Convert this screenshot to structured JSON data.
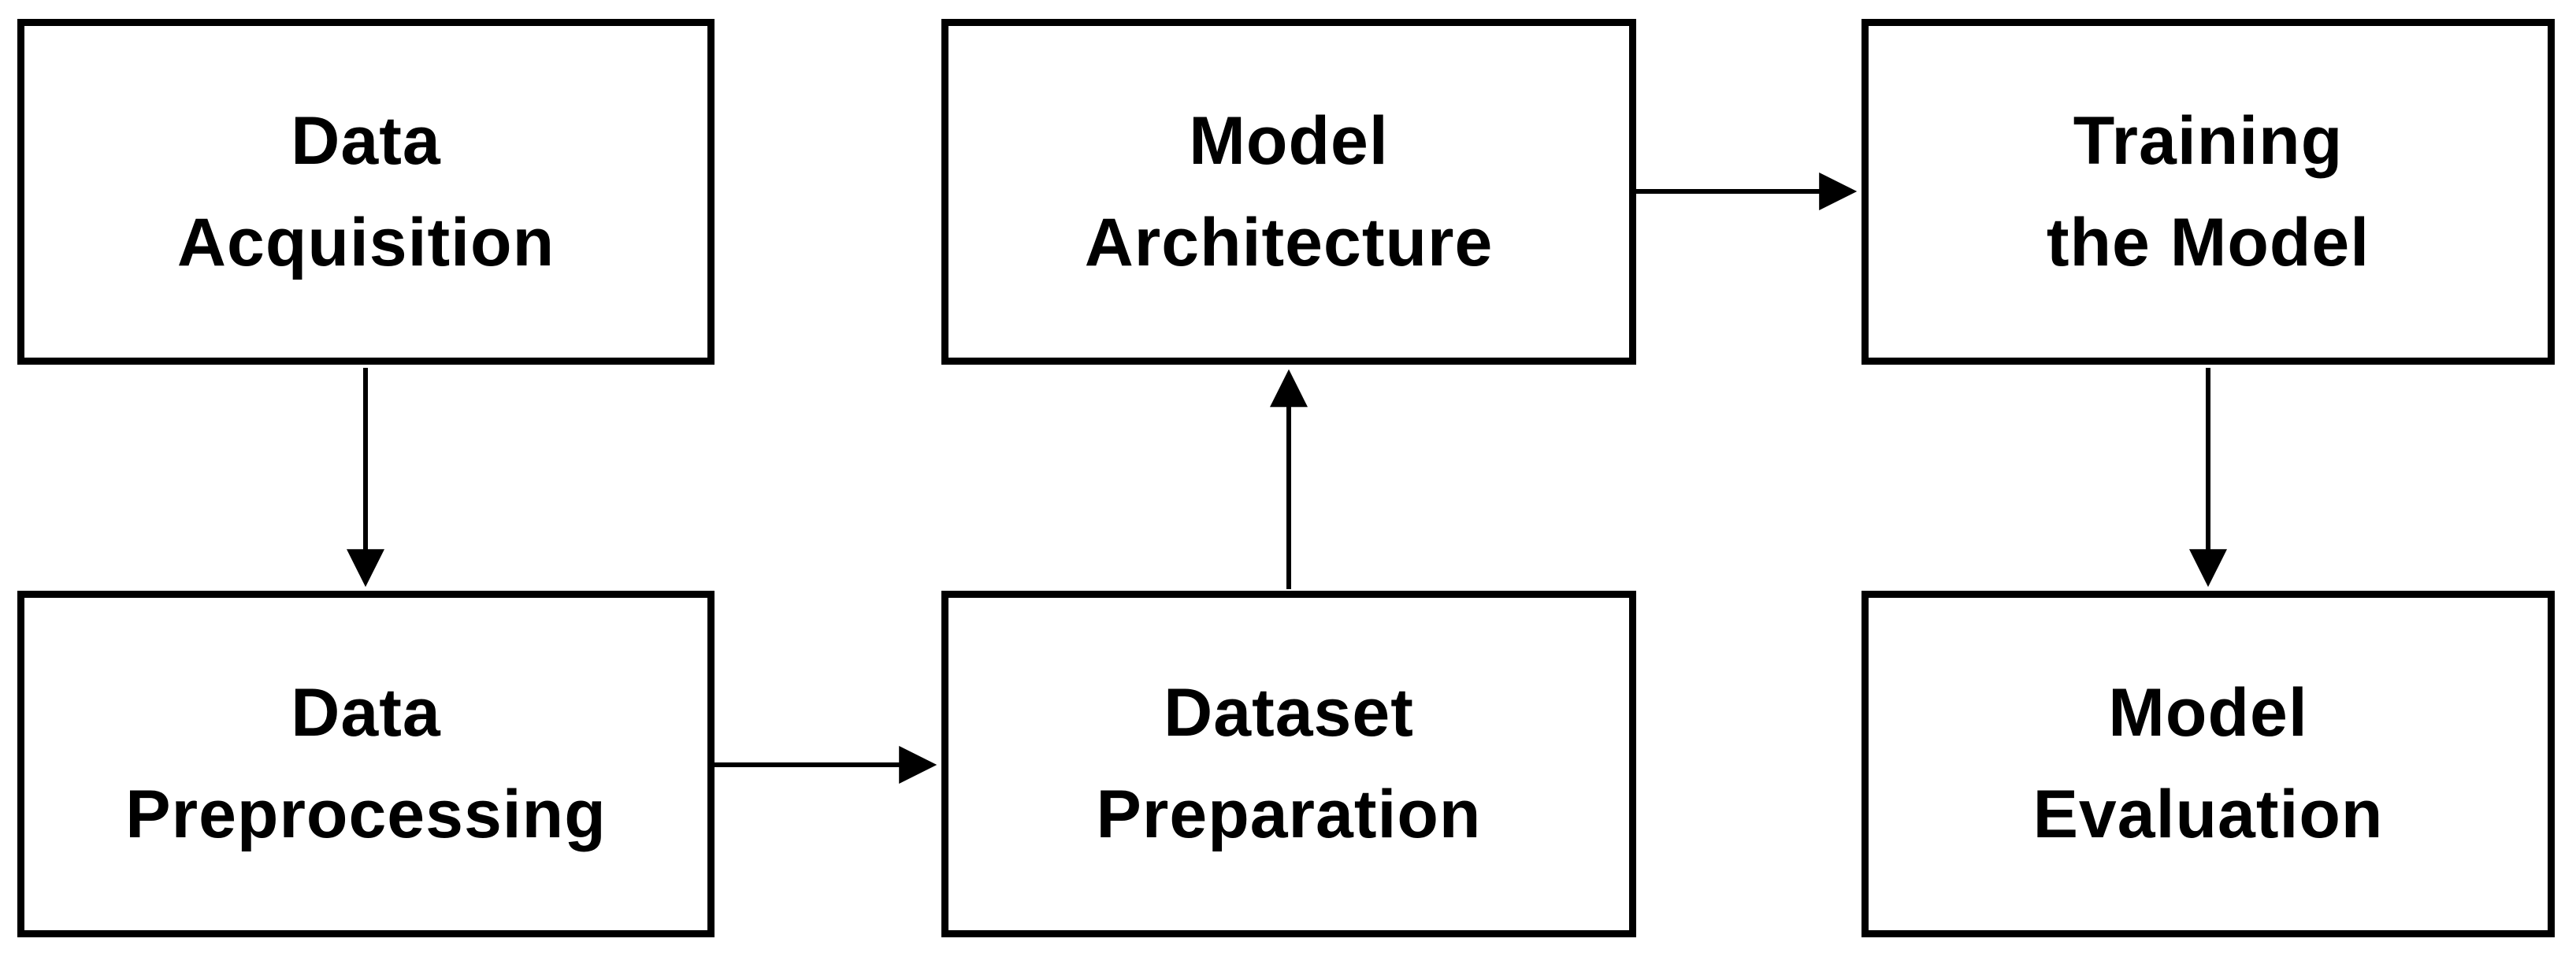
{
  "diagram": {
    "type": "flowchart",
    "description": "Machine learning workflow diagram with six process boxes connected by arrows",
    "background_color": "#ffffff",
    "node_fill_color": "#ffffff",
    "node_border_color": "#000000",
    "text_color": "#000000",
    "arrow_color": "#000000",
    "nodes": [
      {
        "id": "data-acquisition",
        "label": "Data Acquisition",
        "line1": "Data",
        "line2": "Acquisition",
        "row": 1,
        "col": 1
      },
      {
        "id": "model-architecture",
        "label": "Model Architecture",
        "line1": "Model",
        "line2": "Architecture",
        "row": 1,
        "col": 2
      },
      {
        "id": "training-the-model",
        "label": "Training the Model",
        "line1": "Training",
        "line2": "the Model",
        "row": 1,
        "col": 3
      },
      {
        "id": "data-preprocessing",
        "label": "Data Preprocessing",
        "line1": "Data",
        "line2": "Preprocessing",
        "row": 2,
        "col": 1
      },
      {
        "id": "dataset-preparation",
        "label": "Dataset Preparation",
        "line1": "Dataset",
        "line2": "Preparation",
        "row": 2,
        "col": 2
      },
      {
        "id": "model-evaluation",
        "label": "Model Evaluation",
        "line1": "Model",
        "line2": "Evaluation",
        "row": 2,
        "col": 3
      }
    ],
    "edges": [
      {
        "from": "Data Acquisition",
        "to": "Data Preprocessing",
        "direction": "down"
      },
      {
        "from": "Data Preprocessing",
        "to": "Dataset Preparation",
        "direction": "right"
      },
      {
        "from": "Dataset Preparation",
        "to": "Model Architecture",
        "direction": "up"
      },
      {
        "from": "Model Architecture",
        "to": "Training the Model",
        "direction": "right"
      },
      {
        "from": "Training the Model",
        "to": "Model Evaluation",
        "direction": "down"
      }
    ]
  }
}
